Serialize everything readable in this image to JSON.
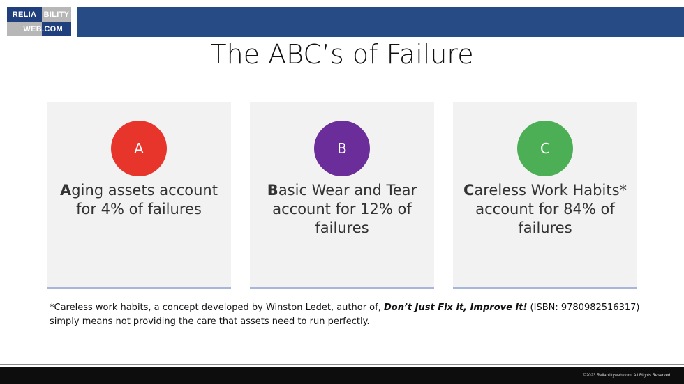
{
  "logo": {
    "row1": [
      "RELIA",
      "BILITY"
    ],
    "row2": [
      "WEB",
      ".COM"
    ]
  },
  "slide": {
    "title": "The ABC’s of Failure"
  },
  "cards": [
    {
      "letter": "A",
      "color": "#e8352b",
      "lead": "A",
      "rest": "ging assets account for 4% of failures"
    },
    {
      "letter": "B",
      "color": "#6a2d9a",
      "lead": "B",
      "rest": "asic Wear and Tear account for 12% of failures"
    },
    {
      "letter": "C",
      "color": "#4caf55",
      "lead": "C",
      "rest": "areless Work Habits* account for 84% of failures"
    }
  ],
  "footnote": {
    "prefix": "*Careless work habits, a concept developed by Winston Ledet, author of, ",
    "book": "Don’t Just Fix it, Improve It!",
    "suffix": " (ISBN: 9780982516317) simply means not providing the care that assets need to run perfectly."
  },
  "footer": {
    "copyright": "©2023 Reliabilityweb.com. All Rights Reserved."
  }
}
